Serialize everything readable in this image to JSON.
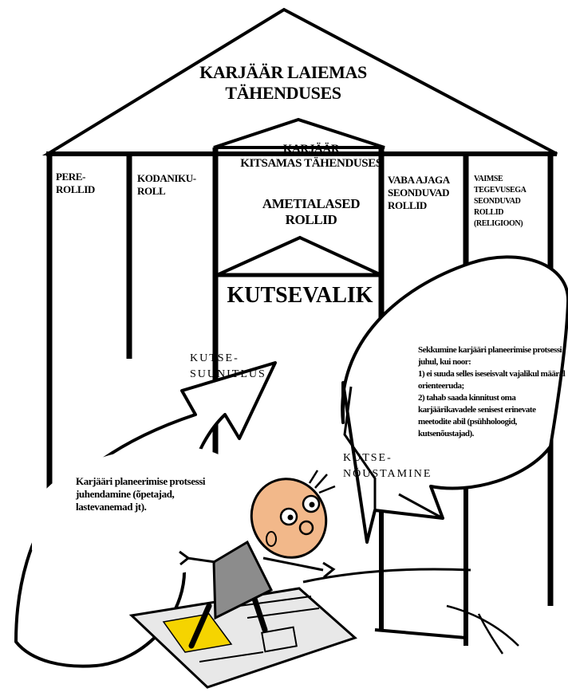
{
  "roof": {
    "title": "KARJÄÄR LAIEMAS\nTÄHENDUSES"
  },
  "inner": {
    "title": "KARJÄÄR\nKITSAMAS TÄHENDUSES",
    "roles": "AMETIALASED\nROLLID",
    "choice": "KUTSEVALIK"
  },
  "pillars": [
    {
      "label": "PERE-\nROLLID"
    },
    {
      "label": "KODANIKU-\nROLL"
    },
    {
      "label": "VABA AJAGA\nSEONDUVAD\nROLLID"
    },
    {
      "label": "VAIMSE\nTEGEVUSEGA\nSEONDUVAD\nROLLID\n(RELIGIOON)"
    }
  ],
  "planning": {
    "label": "KUTSE-\nSUUNITLUS"
  },
  "counseling": {
    "label": "KUTSE-\nNÕUSTAMINE"
  },
  "referral_text": "Sekkumine karjääri planeerimise protsessi juhul, kui noor:\n1) ei suuda selles iseseisvalt vajalikul määral orienteeruda;\n2) tahab saada kinnitust oma karjäärikavadele senisest erinevate meetodite abil (psühholoogid, kutsenõustajad).",
  "guidance_text": "Karjääri planeerimise protsessi juhendamine (õpetajad, lastevanemad jt).",
  "colors": {
    "ink": "#000000",
    "paper": "#ffffff",
    "skin": "#f2b88a",
    "highlight": "#f5d400",
    "shirt": "#8c8c8c",
    "magazine": "#cfcfcf"
  }
}
